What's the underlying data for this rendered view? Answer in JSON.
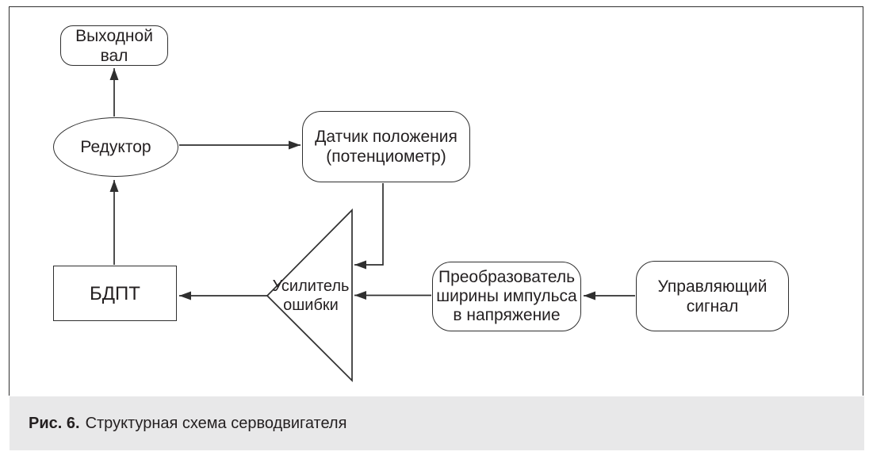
{
  "colors": {
    "stroke": "#2f2f2f",
    "text": "#231f20",
    "caption_band_bg": "#e8e8e9"
  },
  "diagram": {
    "nodes": {
      "output_shaft": {
        "lines": [
          "Выходной",
          "вал"
        ]
      },
      "reducer": {
        "lines": [
          "Редуктор"
        ]
      },
      "position_sensor": {
        "lines": [
          "Датчик положения",
          "(потенциометр)"
        ]
      },
      "bldc_motor": {
        "lines": [
          "БДПТ"
        ]
      },
      "error_amplifier": {
        "lines": [
          "Усилитель",
          "ошибки"
        ]
      },
      "pwm_converter": {
        "lines": [
          "Преобразователь",
          "ширины импульса",
          "в напряжение"
        ]
      },
      "control_signal": {
        "lines": [
          "Управляющий",
          "сигнал"
        ]
      }
    }
  },
  "caption": {
    "label": "Рис. 6.",
    "text": "Структурная схема серводвигателя"
  }
}
